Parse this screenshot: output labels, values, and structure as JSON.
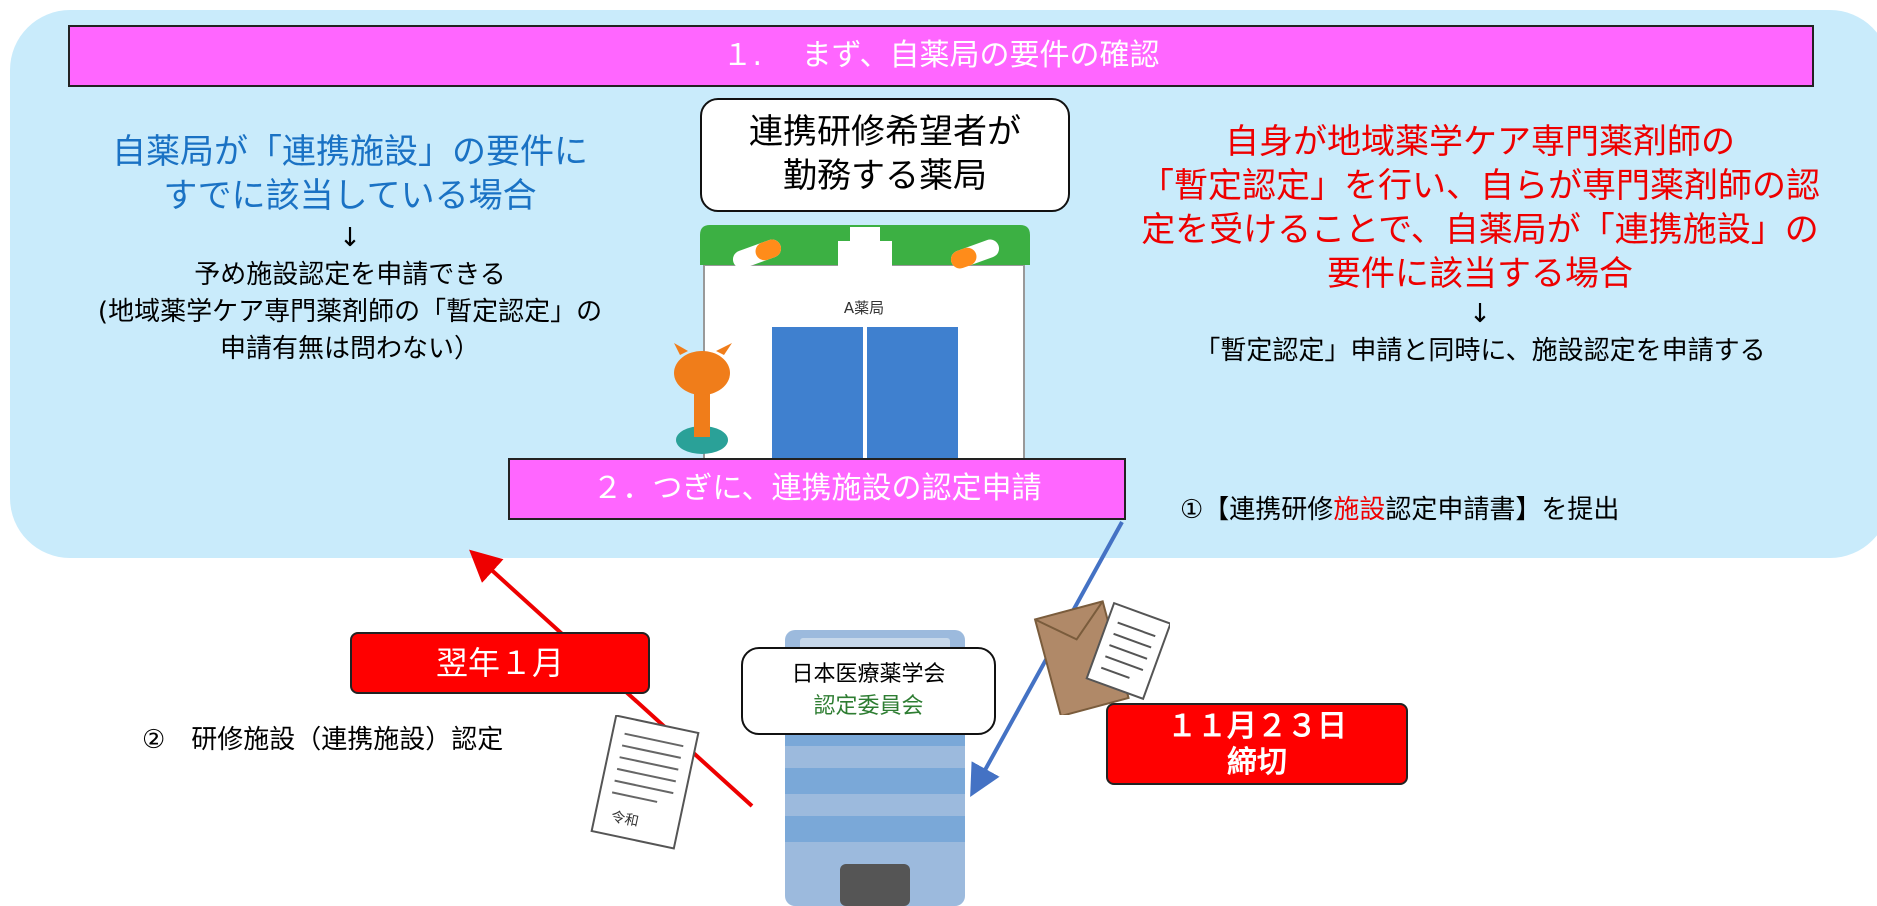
{
  "step1": {
    "title": "１.　 まず、自薬局の要件の確認"
  },
  "step2": {
    "title": "２．つぎに、連携施設の認定申請"
  },
  "left_case": {
    "heading_line1": "自薬局が「連携施設」の要件に",
    "heading_line2": "すでに該当している場合",
    "arrow": "↓",
    "body_line1": "予め施設認定を申請できる",
    "body_line2": "(地域薬学ケア専門薬剤師の「暫定認定」の",
    "body_line3": "申請有無は問わない）"
  },
  "right_case": {
    "heading_line1": "自身が地域薬学ケア専門薬剤師の",
    "heading_line2": "「暫定認定」を行い、自らが専門薬剤師の認",
    "heading_line3": "定を受けることで、自薬局が「連携施設」の",
    "heading_line4": "要件に該当する場合",
    "arrow": "↓",
    "body_line1": "「暫定認定」申請と同時に、施設認定を申請する"
  },
  "pharmacy": {
    "callout_line1": "連携研修希望者が",
    "callout_line2": "勤務する薬局",
    "sign": "A薬局"
  },
  "committee": {
    "line1": "日本医療薬学会",
    "line2": "認定委員会"
  },
  "submit": {
    "prefix": "①【連携研修",
    "highlight": "施設",
    "suffix": "認定申請書】を提出"
  },
  "approval": {
    "label": "②　研修施設（連携施設）認定"
  },
  "label_january": "翌年１月",
  "deadline": {
    "line1": "１１月２３日",
    "line2": "締切"
  },
  "certificate": {
    "stamp": "令和"
  },
  "colors": {
    "panel": "#c9ebfb",
    "banner": "#ff66ff",
    "blue_text": "#1a72c4",
    "red_text": "#ee0000",
    "label_red": "#ff0000",
    "arrow_blue": "#4472c4",
    "arrow_red": "#ee0000",
    "committee_green": "#2e7d32"
  }
}
